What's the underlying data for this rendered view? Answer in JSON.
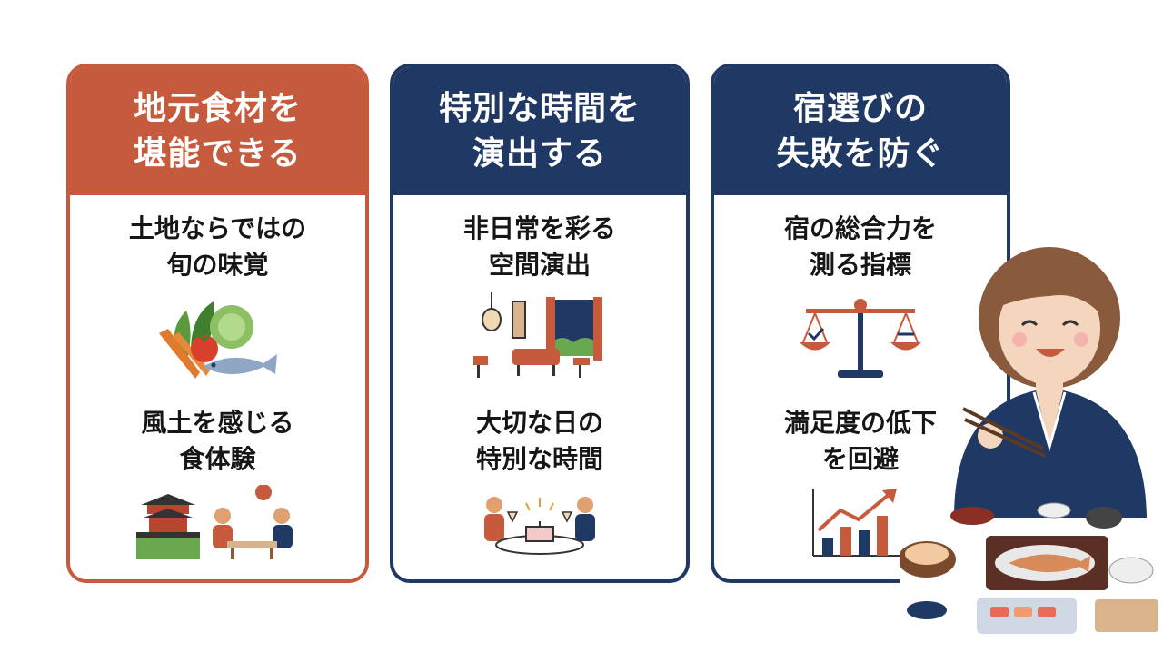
{
  "cards": [
    {
      "title": "地元食材を\n堪能できる",
      "point1": "土地ならではの\n旬の味覚",
      "point2": "風土を感じる\n食体験",
      "icon1": "vegetables-fish-icon",
      "icon2": "dining-temple-icon"
    },
    {
      "title": "特別な時間を\n演出する",
      "point1": "非日常を彩る\n空間演出",
      "point2": "大切な日の\n特別な時間",
      "icon1": "room-interior-icon",
      "icon2": "celebration-dinner-icon"
    },
    {
      "title": "宿選びの\n失敗を防ぐ",
      "point1": "宿の総合力を\n測る指標",
      "point2": "満足度の低下\nを回避",
      "icon1": "balance-scale-icon",
      "icon2": "bar-chart-up-icon"
    }
  ],
  "colors": {
    "accent_orange": "#c65a3d",
    "accent_navy": "#203864"
  },
  "illustration": "woman-eating-kaiseki-icon"
}
